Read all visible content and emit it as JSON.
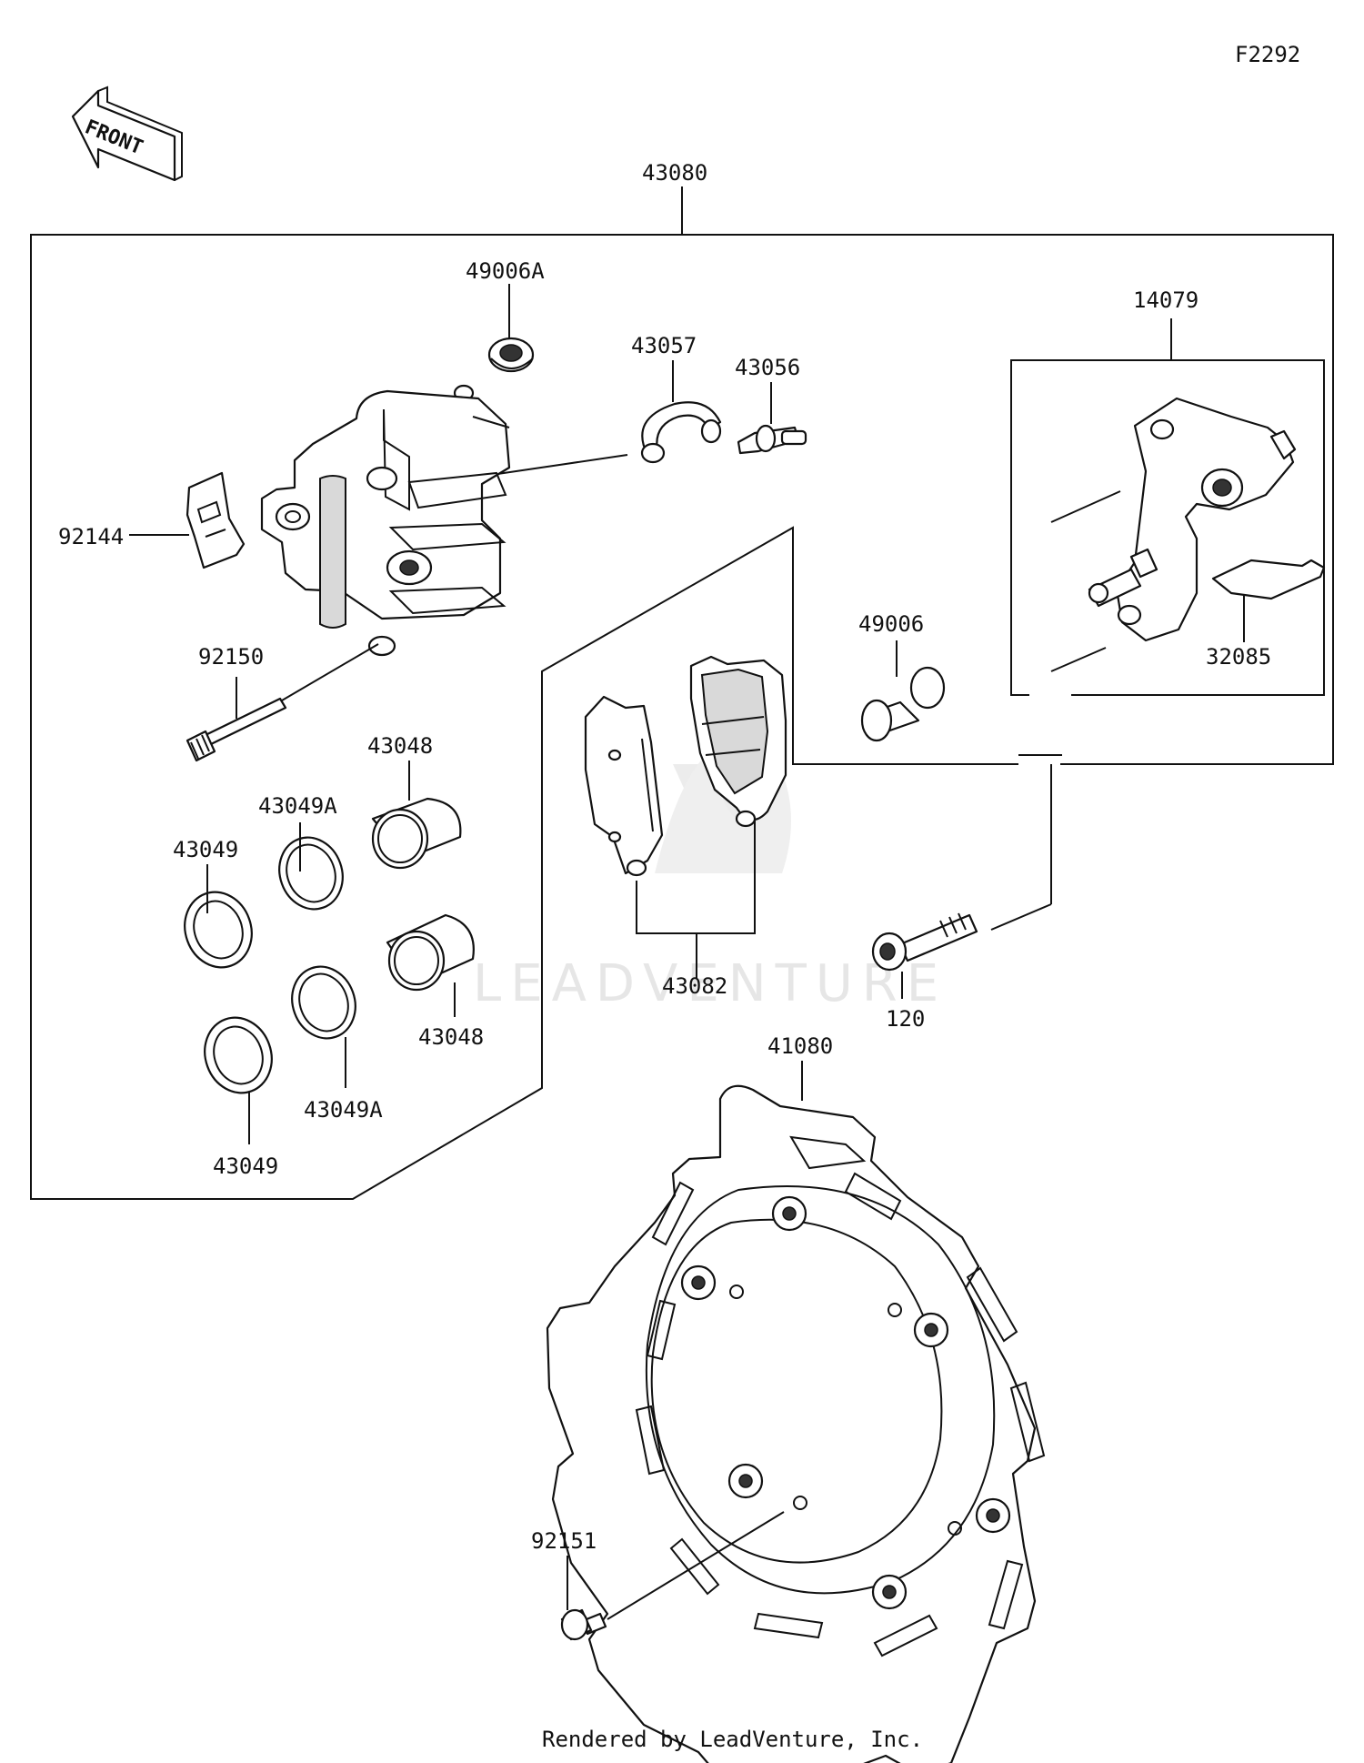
{
  "figure_code": "F2292",
  "front_label": "FRONT",
  "watermark": "LEADVENTURE",
  "footer": "Rendered by LeadVenture, Inc.",
  "callouts": {
    "c43080": "43080",
    "c49006A": "49006A",
    "c43057": "43057",
    "c43056": "43056",
    "c14079": "14079",
    "c92144": "92144",
    "c49006": "49006",
    "c32085": "32085",
    "c92150": "92150",
    "c43048_top": "43048",
    "c43049A_top": "43049A",
    "c43049_top": "43049",
    "c43048_bottom": "43048",
    "c43049A_bottom": "43049A",
    "c43049_bottom": "43049",
    "c43082": "43082",
    "c120": "120",
    "c41080": "41080",
    "c92151": "92151"
  }
}
